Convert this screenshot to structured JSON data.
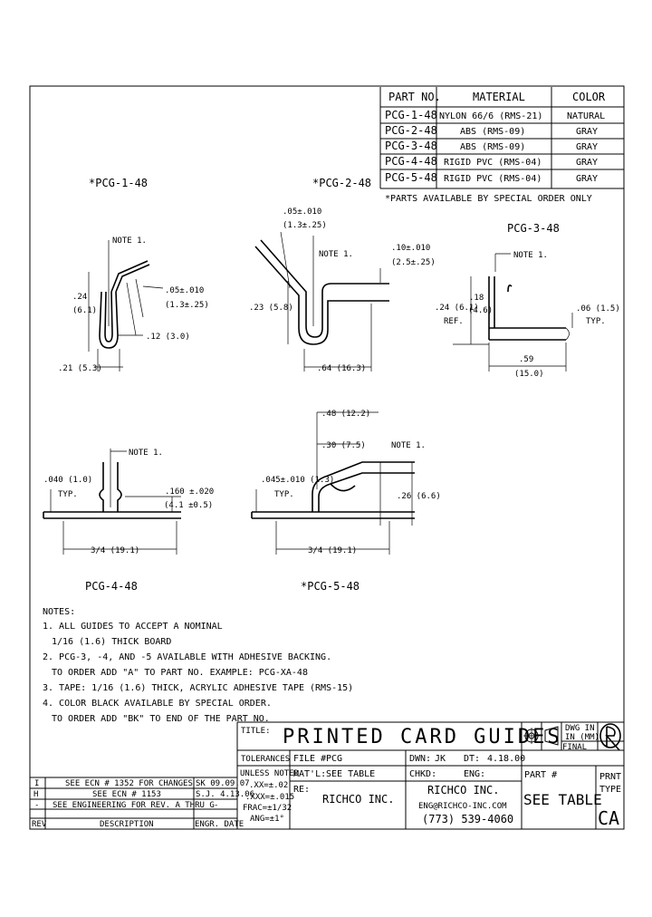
{
  "parts_table": {
    "headers": [
      "PART NO.",
      "MATERIAL",
      "COLOR"
    ],
    "rows": [
      [
        "PCG-1-48",
        "NYLON 66/6 (RMS-21)",
        "NATURAL"
      ],
      [
        "PCG-2-48",
        "ABS (RMS-09)",
        "GRAY"
      ],
      [
        "PCG-3-48",
        "ABS (RMS-09)",
        "GRAY"
      ],
      [
        "PCG-4-48",
        "RIGID PVC (RMS-04)",
        "GRAY"
      ],
      [
        "PCG-5-48",
        "RIGID PVC (RMS-04)",
        "GRAY"
      ]
    ],
    "footnote": "*PARTS AVAILABLE BY SPECIAL ORDER ONLY"
  },
  "views": {
    "pcg1": {
      "label": "*PCG-1-48",
      "note": "NOTE 1.",
      "dim_height": ".24",
      "dim_height_mm": "(6.1)",
      "dim_lip": ".05±.010",
      "dim_lip_mm": "(1.3±.25)",
      "dim_gap": ".12 (3.0)",
      "dim_width": ".21 (5.3)"
    },
    "pcg2": {
      "label": "*PCG-2-48",
      "dim_top": ".05±.010",
      "dim_top_mm": "(1.3±.25)",
      "note": "NOTE 1.",
      "dim_right": ".10±.010",
      "dim_right_mm": "(2.5±.25)",
      "dim_height": ".23 (5.8)",
      "dim_width": ".64 (16.3)"
    },
    "pcg3": {
      "label": "PCG-3-48",
      "note": "NOTE 1.",
      "dim_inner": ".18",
      "dim_inner_mm": "(4.6)",
      "dim_height": ".24 (6.1)",
      "dim_ref": "REF.",
      "dim_thick": ".06 (1.5)",
      "dim_typ": "TYP.",
      "dim_width": ".59",
      "dim_width_mm": "(15.0)"
    },
    "pcg4": {
      "label": "PCG-4-48",
      "note": "NOTE 1.",
      "dim_thick": ".040 (1.0)",
      "dim_typ": "TYP.",
      "dim_height": ".160 ±.020",
      "dim_height_mm": "(4.1 ±0.5)",
      "dim_width": "3/4 (19.1)"
    },
    "pcg5": {
      "label": "*PCG-5-48",
      "dim_top": ".48 (12.2)",
      "dim_mid": ".30 (7.5)",
      "note": "NOTE 1.",
      "dim_thick": ".045±.010 (1.3)",
      "dim_typ": "TYP.",
      "dim_height": ".26 (6.6)",
      "dim_width": "3/4 (19.1)"
    }
  },
  "notes": {
    "heading": "NOTES:",
    "lines": [
      "1. ALL GUIDES TO ACCEPT A NOMINAL",
      "1/16 (1.6) THICK BOARD",
      "2. PCG-3, -4, AND -5 AVAILABLE WITH ADHESIVE BACKING.",
      "TO ORDER ADD \"A\" TO PART NO. EXAMPLE: PCG-XA-48",
      "3. TAPE: 1/16 (1.6) THICK, ACRYLIC ADHESIVE TAPE (RMS-15)",
      "4. COLOR BLACK AVAILABLE BY SPECIAL ORDER.",
      "TO ORDER ADD \"BK\" TO END OF THE PART NO."
    ]
  },
  "title_block": {
    "title_label": "TITLE:",
    "title": "PRINTED CARD GUIDES",
    "dwg_in": "DWG IN",
    "in_mm": "IN (MM)",
    "final": "FINAL",
    "tolerances": "TOLERANCES",
    "unless_noted": "UNLESS NOTED",
    "tol_xx": ".XX=±.02",
    "tol_xxx": ".XXX=±.015",
    "tol_frac": "FRAC=±1/32",
    "tol_ang": "ANG=±1°",
    "file_label": "FILE #",
    "file_value": "PCG",
    "matl_label": "MAT'L:",
    "matl_value": "SEE TABLE",
    "re_label": "RE:",
    "re_value": "RICHCO INC.",
    "dwn_label": "DWN:",
    "dwn_value": "JK",
    "dt_label": "DT:",
    "dt_value": "4.18.00",
    "chkd_label": "CHKD:",
    "eng_label": "ENG:",
    "company": "RICHCO INC.",
    "email": "ENG@RICHCO-INC.COM",
    "phone": "(773) 539-4060",
    "part_label": "PART #",
    "part_value": "SEE TABLE",
    "prnt_label": "PRNT",
    "type_label": "TYPE",
    "type_value": "CA"
  },
  "revisions": {
    "headers": [
      "REV",
      "DESCRIPTION",
      "ENGR. DATE"
    ],
    "rows": [
      [
        "I",
        "SEE ECN # 1352 FOR CHANGES",
        "SK 09.09.07"
      ],
      [
        "H",
        "SEE ECN # 1153",
        "S.J. 4.13.06"
      ],
      [
        "-",
        "SEE ENGINEERING FOR REV. A THRU G",
        "-"
      ]
    ]
  }
}
